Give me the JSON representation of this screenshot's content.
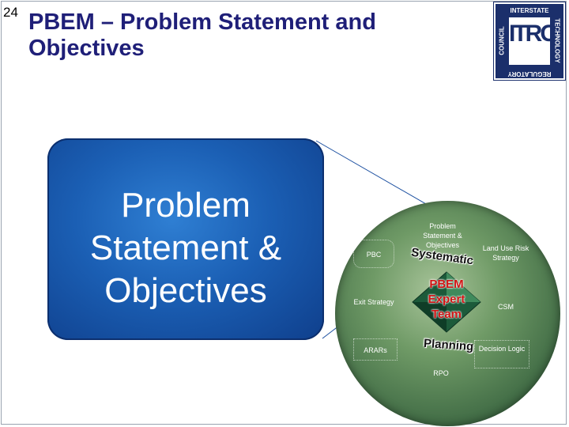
{
  "slide": {
    "number": "24",
    "title": "PBEM – Problem Statement and Objectives"
  },
  "logo": {
    "main": "ITRC",
    "top": "INTERSTATE",
    "right": "TECHNOLOGY",
    "bottom": "REGULATORY",
    "left": "COUNCIL"
  },
  "feature_box": {
    "lines": [
      "Problem",
      "Statement &",
      "Objectives"
    ]
  },
  "diagram": {
    "center_lines": [
      "PBEM",
      "Expert",
      "Team"
    ],
    "ring_top": "Systematic",
    "ring_bottom": "Planning",
    "nodes": {
      "problem_statement": "Problem Statement & Objectives",
      "pbc": "PBC",
      "land_use": "Land Use Risk Strategy",
      "exit_strategy": "Exit Strategy",
      "csm": "CSM",
      "arars": "ARARs",
      "decision_logic": "Decision Logic",
      "rpo": "RPO"
    }
  },
  "colors": {
    "title": "#1f1f78",
    "box_blue": "#1b5fb4",
    "disc_green": "#6f9a66",
    "center_red": "#d11414"
  }
}
